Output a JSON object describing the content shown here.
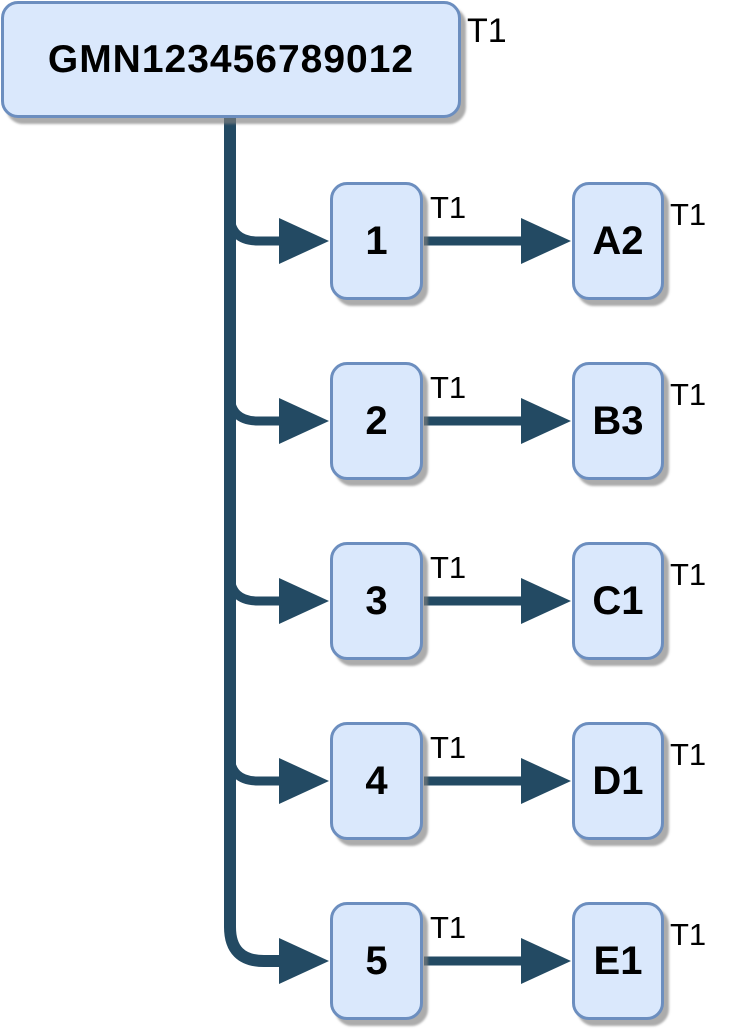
{
  "diagram": {
    "type": "tree-flowchart",
    "root": {
      "label": "GMN123456789012",
      "edge_tag": "T1"
    },
    "rows": [
      {
        "child_label": "1",
        "child_tag": "T1",
        "grandchild_label": "A2",
        "grandchild_tag": "T1"
      },
      {
        "child_label": "2",
        "child_tag": "T1",
        "grandchild_label": "B3",
        "grandchild_tag": "T1"
      },
      {
        "child_label": "3",
        "child_tag": "T1",
        "grandchild_label": "C1",
        "grandchild_tag": "T1"
      },
      {
        "child_label": "4",
        "child_tag": "T1",
        "grandchild_label": "D1",
        "grandchild_tag": "T1"
      },
      {
        "child_label": "5",
        "child_tag": "T1",
        "grandchild_label": "E1",
        "grandchild_tag": "T1"
      }
    ],
    "colors": {
      "node_fill": "#dae8fc",
      "node_border": "#6c8ebf",
      "connector": "#234a63",
      "text": "#000000",
      "shadow": "#a0a0a0"
    }
  }
}
